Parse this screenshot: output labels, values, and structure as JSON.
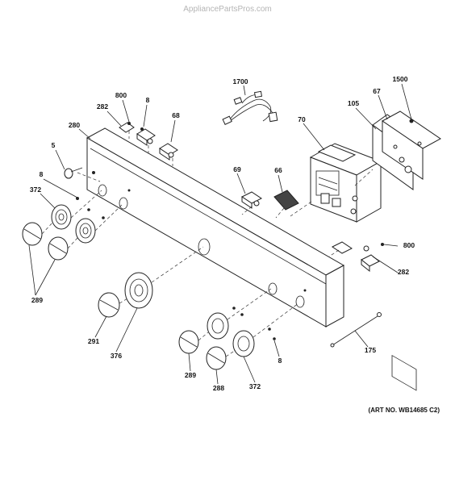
{
  "watermark": "AppliancePartsPros.com",
  "art_number": "(ART NO. WB14685 C2)",
  "callouts": {
    "c1700": "1700",
    "c1500": "1500",
    "c800a": "800",
    "c8a": "8",
    "c282a": "282",
    "c68": "68",
    "c280": "280",
    "c67": "67",
    "c105": "105",
    "c70": "70",
    "c5": "5",
    "c8b": "8",
    "c372a": "372",
    "c69": "69",
    "c66": "66",
    "c800b": "800",
    "c282b": "282",
    "c289a": "289",
    "c291": "291",
    "c376": "376",
    "c289b": "289",
    "c288": "288",
    "c372b": "372",
    "c8c": "8",
    "c175": "175"
  }
}
